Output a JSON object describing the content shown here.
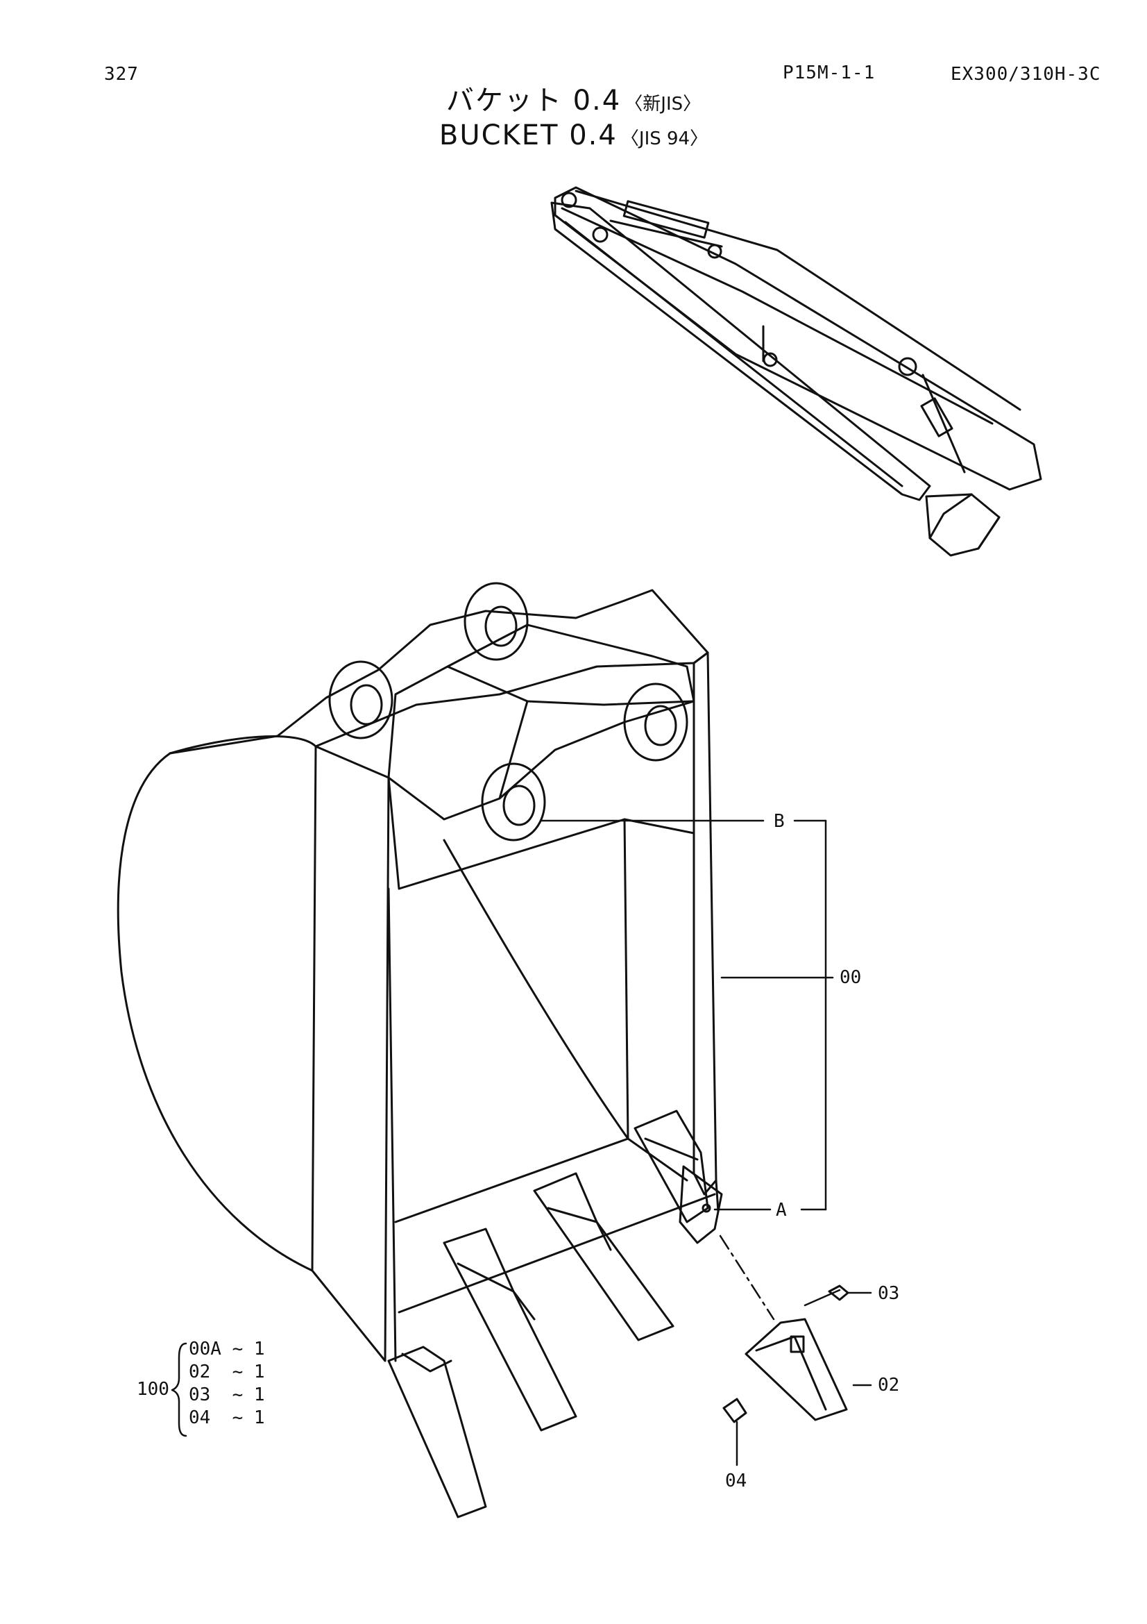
{
  "header": {
    "page_number": "327",
    "figure_code": "P15M-1-1",
    "model": "EX300/310H-3C"
  },
  "title": {
    "jp_main": "バケット 0.4",
    "jp_sub": "〈新JIS〉",
    "en_main": "BUCKET 0.4",
    "en_sub": "〈JIS 94〉"
  },
  "callouts": {
    "b": "B",
    "a": "A",
    "p00": "00",
    "p03": "03",
    "p02": "02",
    "p04": "04"
  },
  "kit": {
    "id": "100",
    "lines": [
      "00A ~ 1",
      "02  ~ 1",
      "03  ~ 1",
      "04  ~ 1"
    ]
  }
}
